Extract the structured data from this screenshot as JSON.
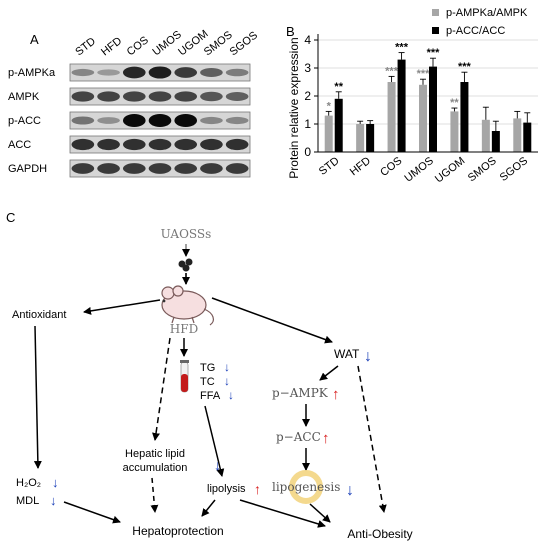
{
  "panels": {
    "a": "A",
    "b": "B",
    "c": "C"
  },
  "blot": {
    "lanes": [
      "STD",
      "HFD",
      "COS",
      "UMOS",
      "UGOM",
      "SMOS",
      "SGOS"
    ],
    "rows": [
      {
        "label": "p-AMPKa",
        "intensity": [
          0.35,
          0.25,
          0.85,
          0.9,
          0.75,
          0.55,
          0.4
        ]
      },
      {
        "label": "AMPK",
        "intensity": [
          0.7,
          0.7,
          0.7,
          0.7,
          0.7,
          0.6,
          0.55
        ]
      },
      {
        "label": "p-ACC",
        "intensity": [
          0.45,
          0.3,
          1.0,
          1.0,
          1.0,
          0.35,
          0.35
        ]
      },
      {
        "label": "ACC",
        "intensity": [
          0.8,
          0.8,
          0.8,
          0.8,
          0.8,
          0.8,
          0.8
        ]
      },
      {
        "label": "GAPDH",
        "intensity": [
          0.75,
          0.75,
          0.75,
          0.75,
          0.75,
          0.75,
          0.75
        ]
      }
    ]
  },
  "chart_data": {
    "type": "bar",
    "categories": [
      "STD",
      "HFD",
      "COS",
      "UMOS",
      "UGOM",
      "SMOS",
      "SGOS"
    ],
    "series": [
      {
        "name": "p-AMPKa/AMPK",
        "color": "#a6a6a6",
        "values": [
          1.3,
          1.0,
          2.5,
          2.4,
          1.45,
          1.15,
          1.2
        ],
        "errors": [
          0.15,
          0.1,
          0.2,
          0.2,
          0.12,
          0.45,
          0.25
        ],
        "marks": [
          "*",
          "",
          "***",
          "***",
          "**",
          "",
          ""
        ]
      },
      {
        "name": "p-ACC/ACC",
        "color": "#000000",
        "values": [
          1.9,
          1.0,
          3.3,
          3.05,
          2.5,
          0.75,
          1.05
        ],
        "errors": [
          0.25,
          0.12,
          0.25,
          0.3,
          0.35,
          0.35,
          0.35
        ],
        "marks": [
          "**",
          "",
          "***",
          "***",
          "***",
          "",
          ""
        ]
      }
    ],
    "ylabel": "Protein relative expression",
    "ylim": [
      0,
      4
    ],
    "yticks": [
      "0",
      "1",
      "2",
      "3",
      "4"
    ],
    "grid": true,
    "legend": "top-right"
  },
  "diagram": {
    "uaoss": "UAOSSs",
    "hfd": "HFD",
    "antioxidant": "Antioxidant",
    "tg": "TG",
    "tc": "TC",
    "ffa": "FFA",
    "wat": "WAT",
    "pampk": "p−AMPK",
    "pacc": "p−ACC",
    "lipogenesis": "lipogenesis",
    "hepatic_line1": "Hepatic lipid",
    "hepatic_line2": "accumulation",
    "lipolysis": "lipolysis",
    "h2o2": "H₂O₂",
    "mdl": "MDL",
    "hepatoprotection": "Hepatoprotection",
    "antiobesity": "Anti-Obesity",
    "down_arrow": "↓",
    "up_arrow": "↑",
    "colors": {
      "down": "#1a3fb8",
      "up": "#d81e1e"
    }
  }
}
